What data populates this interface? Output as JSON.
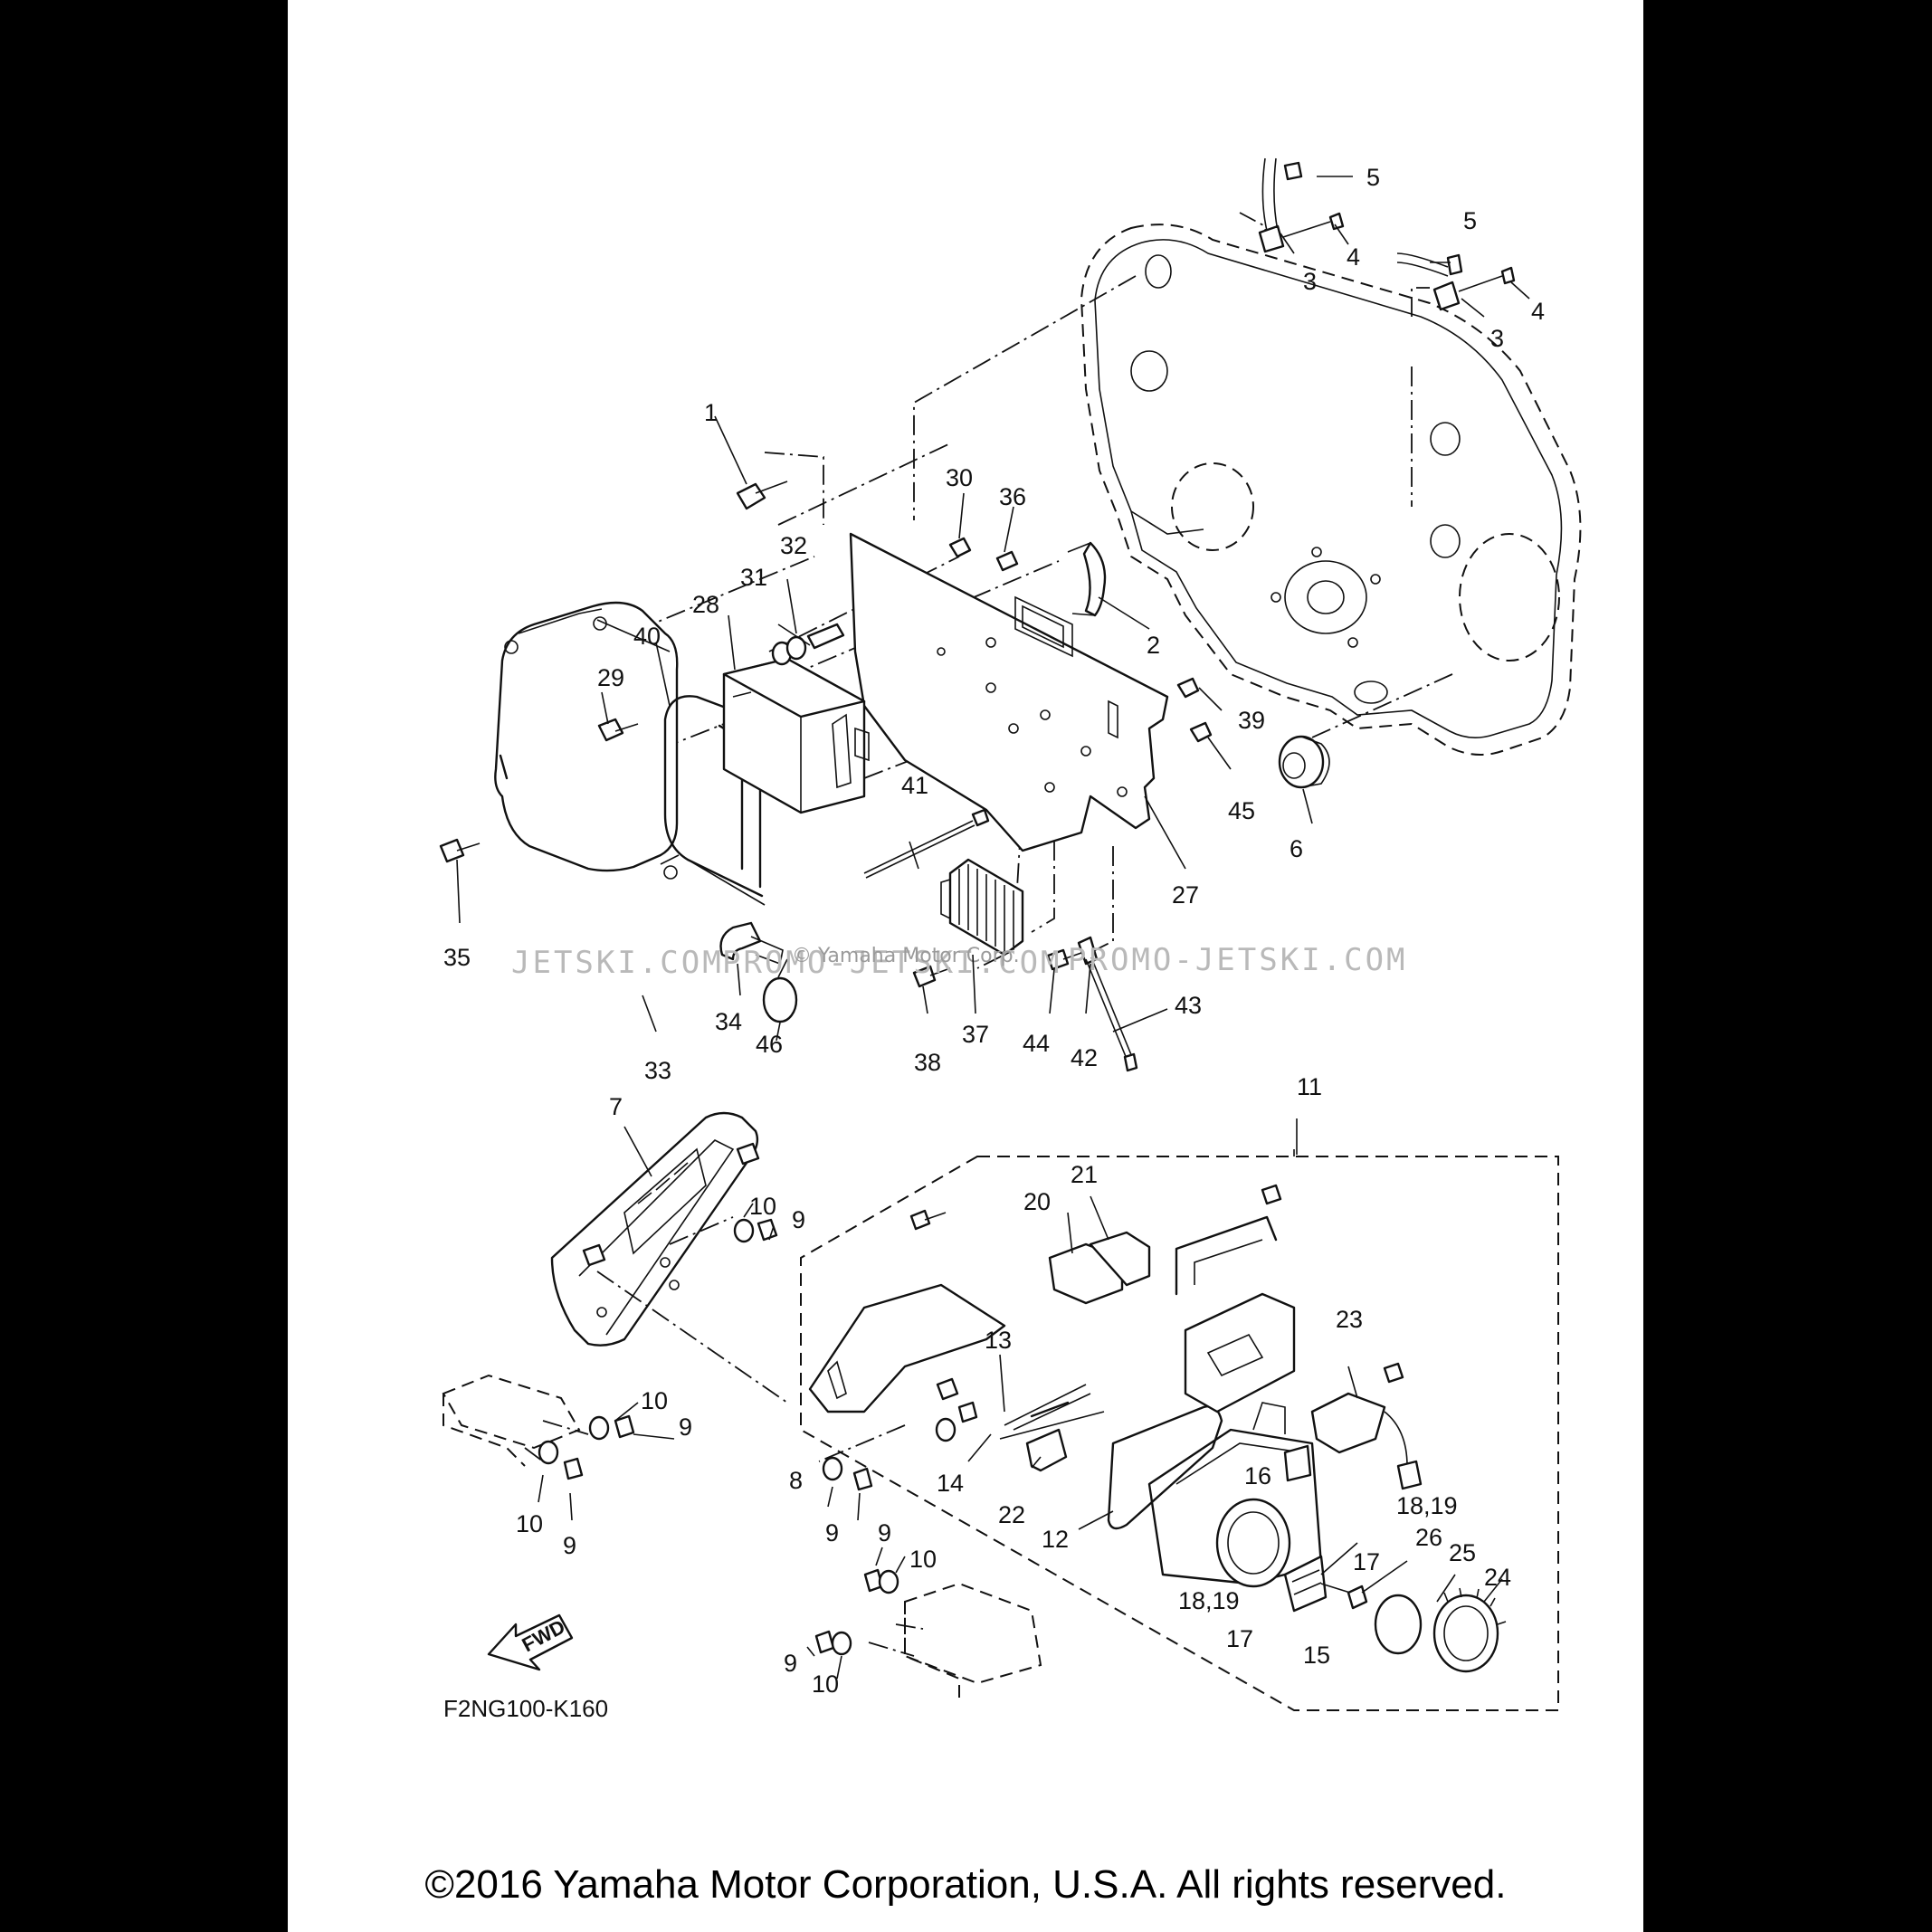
{
  "diagram": {
    "code": "F2NG100-K160",
    "fwd_label": "FWD",
    "watermark": "PROMO-JETSKI.COM",
    "watermark_left": "JETSKI.COM",
    "watermark_mid": "PROMO-JETSKI.COM",
    "watermark_note": "© Yamaha Motor Corp.",
    "copyright": "©2016 Yamaha Motor Corporation, U.S.A. All rights reserved.",
    "callouts": {
      "c1": "1",
      "c2": "2",
      "c3a": "3",
      "c3b": "3",
      "c4a": "4",
      "c4b": "4",
      "c5a": "5",
      "c5b": "5",
      "c6": "6",
      "c7": "7",
      "c8": "8",
      "c9a": "9",
      "c9b": "9",
      "c9c": "9",
      "c9d": "9",
      "c9e": "9",
      "c9f": "9",
      "c10a": "10",
      "c10b": "10",
      "c10c": "10",
      "c10d": "10",
      "c10e": "10",
      "c11": "11",
      "c12": "12",
      "c13": "13",
      "c14": "14",
      "c15": "15",
      "c16": "16",
      "c17a": "17",
      "c17b": "17",
      "c1819a": "18,19",
      "c1819b": "18,19",
      "c20": "20",
      "c21": "21",
      "c22": "22",
      "c23": "23",
      "c24": "24",
      "c25": "25",
      "c26": "26",
      "c27": "27",
      "c28": "28",
      "c29": "29",
      "c30": "30",
      "c31": "31",
      "c32": "32",
      "c33": "33",
      "c34": "34",
      "c35": "35",
      "c36": "36",
      "c37": "37",
      "c38": "38",
      "c39": "39",
      "c40": "40",
      "c41": "41",
      "c42": "42",
      "c43": "43",
      "c44": "44",
      "c45": "45",
      "c46": "46"
    }
  }
}
